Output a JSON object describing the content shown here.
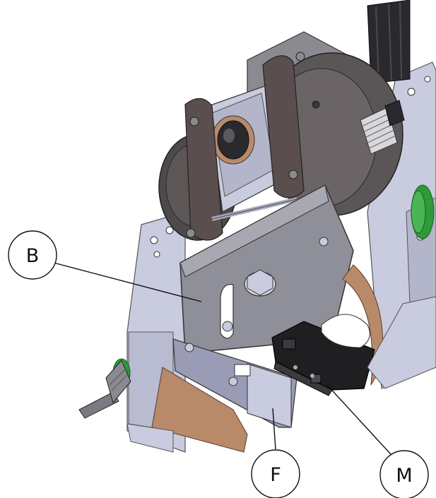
{
  "labels": {
    "b": "B",
    "f": "F",
    "m": "M"
  },
  "colors": {
    "steel": "#c9cbde",
    "steel_dark": "#9a9cb5",
    "plate": "#8f8f99",
    "motor": "#5a5556",
    "motor_dark": "#3a3536",
    "black": "#1f1f22",
    "copper": "#b88a6a",
    "green": "#2f9a3a"
  }
}
